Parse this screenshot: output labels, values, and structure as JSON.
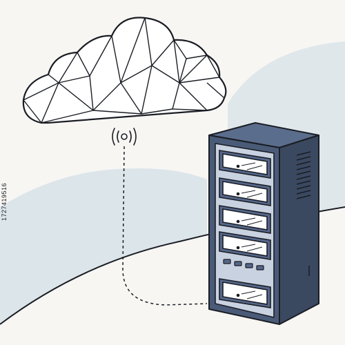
{
  "scene": {
    "palette": {
      "background": "#f7f6f3",
      "hill_light": "#e3e9ec",
      "hill_blue": "#d8e3e9",
      "outline": "#1a1d24",
      "server_body": "#4a5b78",
      "server_side": "#3a4860",
      "server_top": "#5b6d8c",
      "server_front": "#c9d2e0",
      "slot_glass": "#ffffff",
      "slot_frame": "#55678a"
    },
    "icons": {
      "cloud": "polygonal-network-cloud-icon",
      "signal": "wifi-signal-icon",
      "server": "server-rack-icon"
    },
    "server_slots": 5,
    "status_leds": 4
  },
  "watermark": {
    "stock_id": "1727419516"
  }
}
